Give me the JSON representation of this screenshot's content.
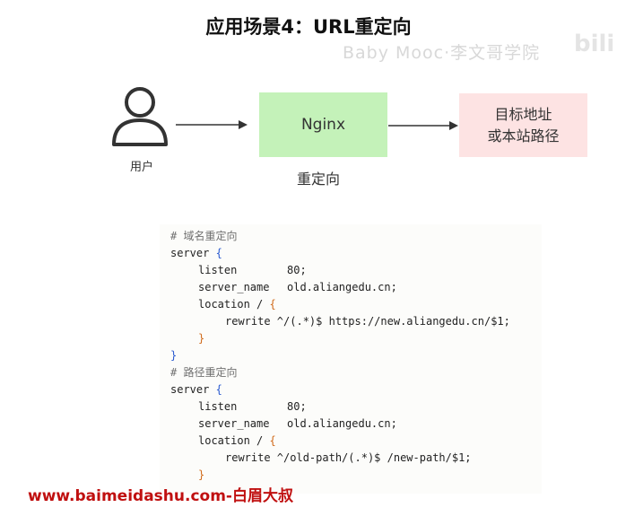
{
  "slide": {
    "title": "应用场景4：URL重定向",
    "watermark": "Baby Mooc·李文哥学院",
    "watermark_bili": "bili"
  },
  "diagram": {
    "user_label": "用户",
    "nginx_label": "Nginx",
    "redirect_label": "重定向",
    "target_line1": "目标地址",
    "target_line2": "或本站路径",
    "colors": {
      "nginx_box": "#c4f2b9",
      "target_box": "#fde3e3"
    }
  },
  "code": {
    "block1": {
      "comment": "# 域名重定向",
      "server": "server",
      "brace_open": "{",
      "listen_key": "listen",
      "listen_val": "80;",
      "server_name_key": "server_name",
      "server_name_val": "old.aliangedu.cn;",
      "location_key": "location /",
      "rewrite": "rewrite ^/(.*)$ https://new.aliangedu.cn/$1;",
      "brace_close": "}"
    },
    "block2": {
      "comment": "# 路径重定向",
      "server": "server",
      "brace_open": "{",
      "listen_key": "listen",
      "listen_val": "80;",
      "server_name_key": "server_name",
      "server_name_val": "old.aliangedu.cn;",
      "location_key": "location /",
      "rewrite": "rewrite ^/old-path/(.*)$ /new-path/$1;",
      "brace_close": "}"
    }
  },
  "footer": {
    "url": "www.baimeidashu.com-白眉大叔"
  }
}
